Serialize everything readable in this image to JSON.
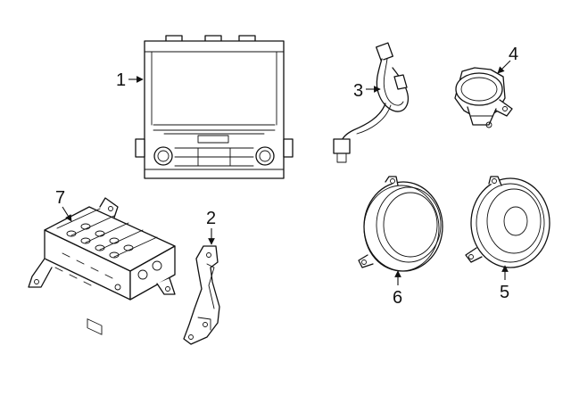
{
  "callouts": [
    {
      "id": "1",
      "part": "radio-head-unit"
    },
    {
      "id": "2",
      "part": "mounting-bracket"
    },
    {
      "id": "3",
      "part": "wire-harness"
    },
    {
      "id": "4",
      "part": "tweeter-speaker"
    },
    {
      "id": "5",
      "part": "rear-speaker"
    },
    {
      "id": "6",
      "part": "front-speaker"
    },
    {
      "id": "7",
      "part": "amplifier"
    }
  ],
  "colors": {
    "line": "#111111",
    "background": "#ffffff"
  }
}
